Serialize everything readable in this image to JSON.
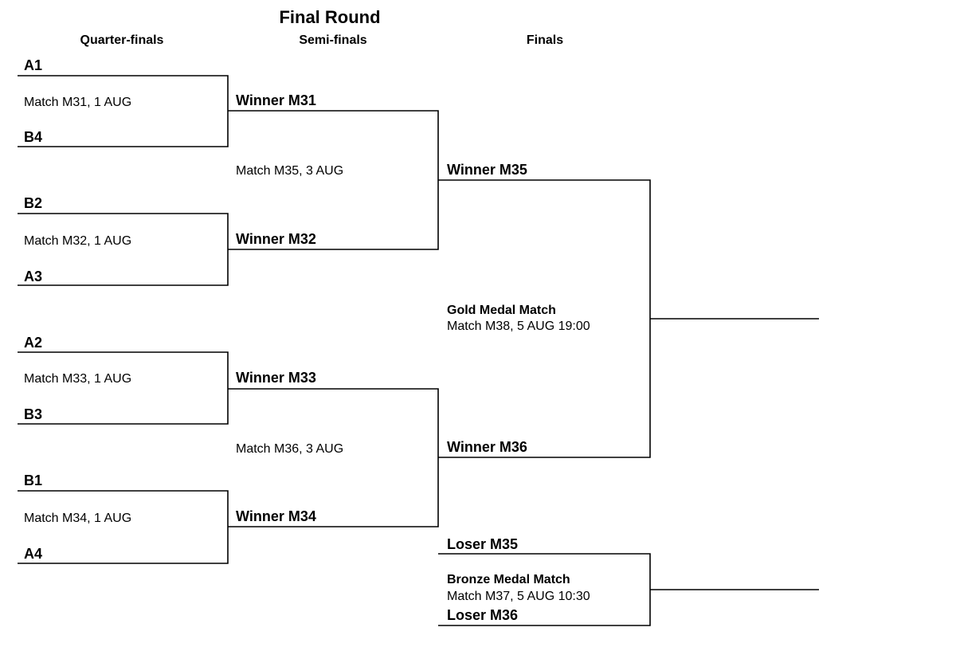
{
  "title": "Final Round",
  "rounds": {
    "quarter_finals": "Quarter-finals",
    "semi_finals": "Semi-finals",
    "finals": "Finals"
  },
  "quarter_finals": [
    {
      "top": "A1",
      "bottom": "B4",
      "match": "Match M31, 1 AUG"
    },
    {
      "top": "B2",
      "bottom": "A3",
      "match": "Match M32, 1 AUG"
    },
    {
      "top": "A2",
      "bottom": "B3",
      "match": "Match M33, 1 AUG"
    },
    {
      "top": "B1",
      "bottom": "A4",
      "match": "Match M34, 1 AUG"
    }
  ],
  "semi_finals": [
    {
      "top": "Winner M31",
      "bottom": "Winner M32",
      "match": "Match M35, 3 AUG"
    },
    {
      "top": "Winner M33",
      "bottom": "Winner M34",
      "match": "Match M36, 3 AUG"
    }
  ],
  "gold_medal": {
    "top": "Winner M35",
    "bottom": "Winner M36",
    "name": "Gold Medal Match",
    "match": "Match M38, 5 AUG 19:00"
  },
  "bronze_medal": {
    "top": "Loser M35",
    "bottom": "Loser M36",
    "name": "Bronze Medal Match",
    "match": "Match M37, 5 AUG 10:30"
  }
}
